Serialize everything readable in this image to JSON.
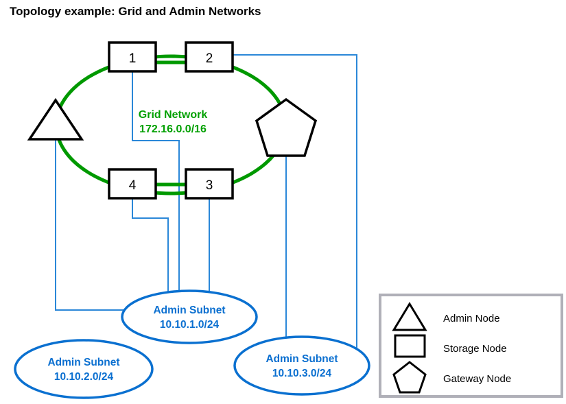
{
  "title": "Topology example: Grid and Admin Networks",
  "grid_network": {
    "name": "Grid Network",
    "cidr": "172.16.0.0/16",
    "color": "#009900"
  },
  "nodes": [
    {
      "id": "node-1",
      "label": "1",
      "type": "storage-node",
      "shape": "rectangle"
    },
    {
      "id": "node-2",
      "label": "2",
      "type": "storage-node",
      "shape": "rectangle"
    },
    {
      "id": "node-3",
      "label": "3",
      "type": "storage-node",
      "shape": "rectangle"
    },
    {
      "id": "node-4",
      "label": "4",
      "type": "storage-node",
      "shape": "rectangle"
    },
    {
      "id": "admin-node",
      "label": "",
      "type": "admin-node",
      "shape": "triangle"
    },
    {
      "id": "gateway-node",
      "label": "",
      "type": "gateway-node",
      "shape": "pentagon"
    }
  ],
  "subnets": [
    {
      "id": "admin-subnet-1",
      "name": "Admin Subnet",
      "cidr": "10.10.1.0/24",
      "color": "#0a70d0"
    },
    {
      "id": "admin-subnet-2",
      "name": "Admin Subnet",
      "cidr": "10.10.2.0/24",
      "color": "#0a70d0"
    },
    {
      "id": "admin-subnet-3",
      "name": "Admin Subnet",
      "cidr": "10.10.3.0/24",
      "color": "#0a70d0"
    }
  ],
  "legend": {
    "items": [
      {
        "shape": "triangle",
        "label": "Admin Node"
      },
      {
        "shape": "rectangle",
        "label": "Storage Node"
      },
      {
        "shape": "pentagon",
        "label": "Gateway Node"
      }
    ]
  }
}
